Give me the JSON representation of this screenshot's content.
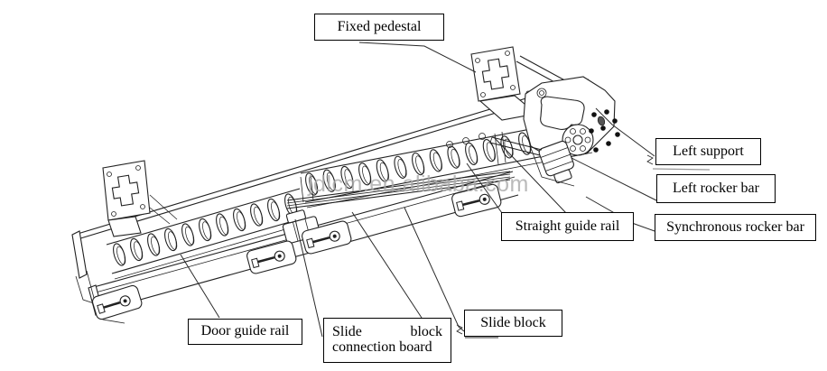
{
  "watermark": {
    "text": "jdlcm.en.alibaba.com"
  },
  "labels": [
    {
      "id": "fixed-pedestal",
      "text": "Fixed pedestal"
    },
    {
      "id": "left-support",
      "text": "Left support"
    },
    {
      "id": "left-rocker-bar",
      "text": "Left rocker bar"
    },
    {
      "id": "synchronous-rocker-bar",
      "text": "Synchronous rocker bar"
    },
    {
      "id": "straight-guide-rail",
      "text": "Straight guide rail"
    },
    {
      "id": "door-guide-rail",
      "text": "Door guide rail"
    },
    {
      "id": "slide-block-connection-board",
      "text": "Slide block connection board",
      "line1_left": "Slide",
      "line1_right": "block",
      "line2": "connection board"
    },
    {
      "id": "slide-block",
      "text": "Slide block"
    }
  ],
  "colors": {
    "background": "#ffffff",
    "drawing_line": "#222222",
    "leader_line": "#2a2a2a",
    "watermark": "#a9a9a9",
    "label_border": "#000000",
    "label_bg": "#ffffff"
  }
}
